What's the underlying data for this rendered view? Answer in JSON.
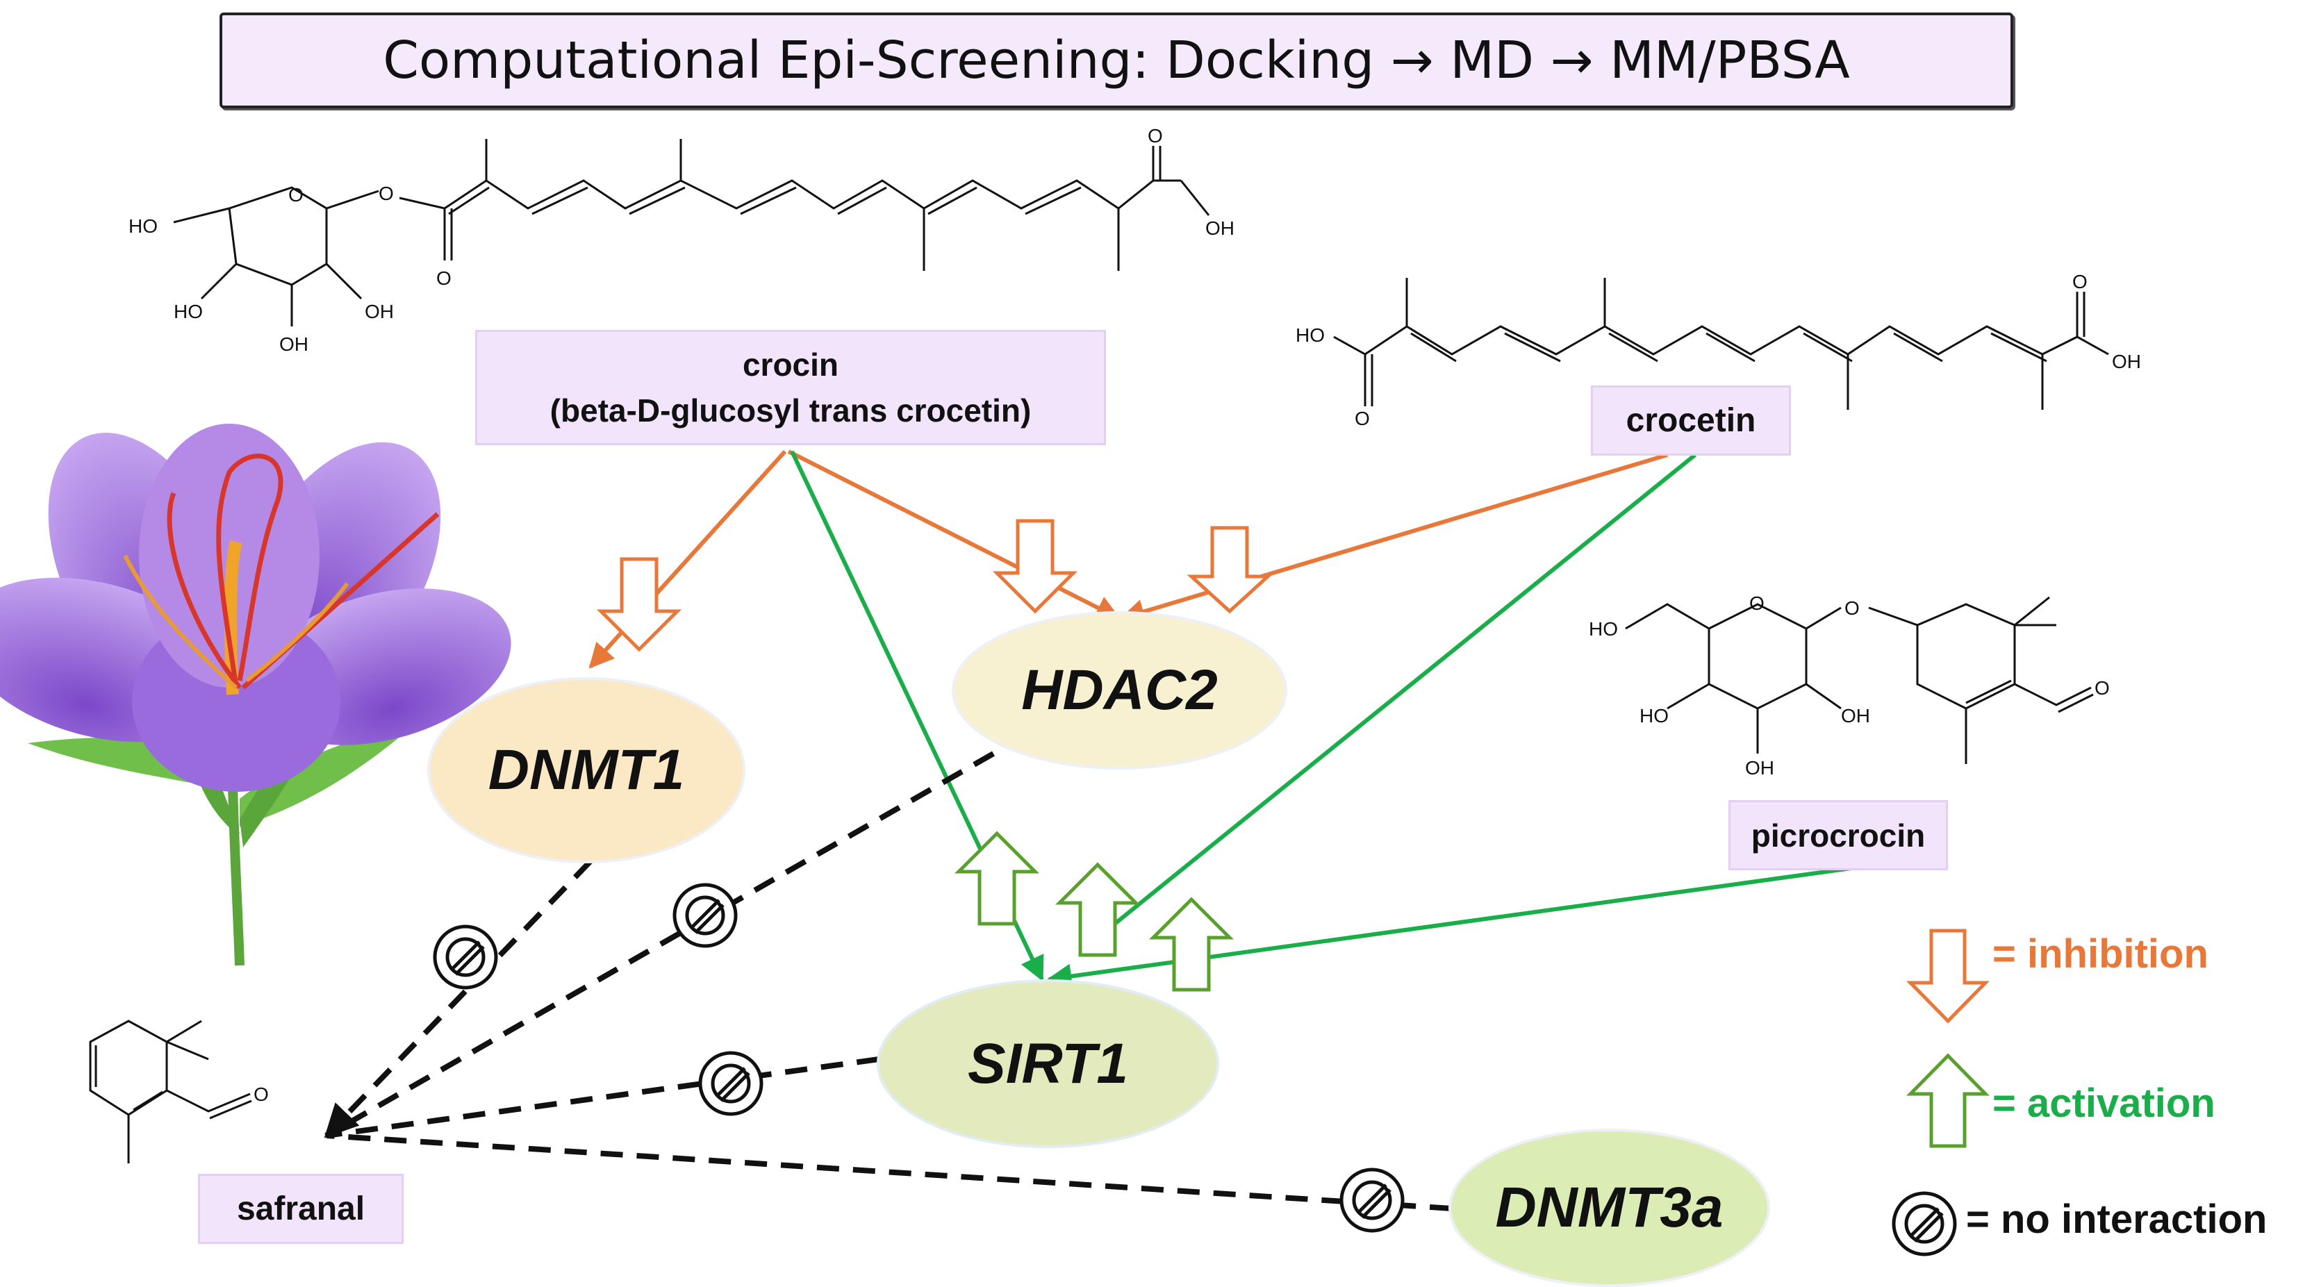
{
  "title": "Computational Epi-Screening: Docking → MD → MM/PBSA",
  "compounds": {
    "crocin": {
      "line1": "crocin",
      "line2": "(beta-D-glucosyl trans crocetin)"
    },
    "crocetin": "crocetin",
    "picrocrocin": "picrocrocin",
    "safranal": "safranal"
  },
  "enzymes": {
    "dnmt1": "DNMT1",
    "hdac2": "HDAC2",
    "sirt1": "SIRT1",
    "dnmt3a": "DNMT3a"
  },
  "chem_labels": {
    "ho": "HO",
    "oh": "OH",
    "o": "O"
  },
  "legend": {
    "inhibition": "= inhibition",
    "activation": "= activation",
    "no_interaction": "= no interaction"
  },
  "colors": {
    "inhibition": "#e8773a",
    "activation": "#1aae4a",
    "activation_arrow": "#5aa02c",
    "no_interaction": "#111111",
    "tag_fill": "#f1e4fb",
    "dnmt1_fill": "#fbe8c4",
    "hdac2_fill": "#f7f1d2",
    "sirt1_fill": "#e3ebbe",
    "dnmt3a_fill": "#dcecb5",
    "petal": "#a97be0",
    "stigma": "#d9362b"
  },
  "icons": {
    "flower": "saffron-crocus-flower-icon",
    "inhibition_arrow": "hollow-down-arrow-icon",
    "activation_arrow": "hollow-up-arrow-icon",
    "no_interaction": "prohibited-circle-icon"
  }
}
